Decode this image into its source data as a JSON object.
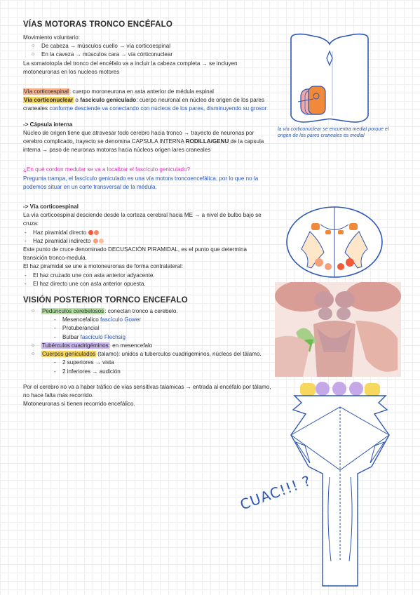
{
  "title": "VÍAS MOTORAS TRONCO ENCÉFALO",
  "voluntary": {
    "heading": "Movimiento voluntario:",
    "items": [
      "De cabeza → músculos cuello → vía corticoespinal",
      "En la caveza → músculos cara → vía córticonuclear"
    ],
    "note": "La somatotopía del tronco del encéfalo va a incluir la cabeza completa → se incluyen motoneuronas en los nucleos motores"
  },
  "pathways": {
    "cs_label": "Vía corticoespinal",
    "cs_text": ": cuerpo moroneurona en asta anterior de médula espinal",
    "cn_label": "Vía corticonuclear",
    "cn_mid": " o ",
    "cn_bold": "fascículo geniculado",
    "cn_text": ": cuerpo neuronal en núcleo de origen de los pares craneales ",
    "cn_blue": "conforme desciende va conectando con núcleos de los pares, disminuyendo su grosor"
  },
  "capsule": {
    "heading": "-> Cápsula interna",
    "line1": "Núcleo de origen tiene que atravesar todo cerebro hacia tronco → trayecto de neuronas por cerebro complicado, trayecto se denomina CAPSULA INTERNA",
    "bold": "RODILLA/GENU",
    "line2": " de la capsula interna → paso de neuronas motoras hacia núcleos origen lares craneales"
  },
  "question": {
    "q": "¿En qué cordon medular se va a localizar el fascículo geniculado?",
    "a": "Pregunta trampa, el fascículo geniculado es una vía motora troncoencefálica, por lo que no la podemos situar en un corte transversal de la médula."
  },
  "cs_section": {
    "heading": "-> Vía corticoespinal",
    "text": "La vía corticoespinal desciende desde la corteza cerebral hacia ME → a nivel de bulbo bajo se cruza:",
    "items": [
      "Haz piramidal directo",
      "Haz piramidal indirecto"
    ],
    "decussation": "Este punto de cruce denominado DECUSACIÓN PIRAMIDAL, es el punto que determina transición tronco-medula.",
    "contralateral": "El haz piramidal se une a motoneuronas de forma contralateral:",
    "contra_items": [
      "El haz cruzado une con asta anterior adyacente.",
      "El haz directo une con asta anterior opuesta."
    ]
  },
  "posterior": {
    "title": "VISIÓN POSTERIOR TORNCO ENCEFALO",
    "peduncles_label": "Pedúnculos cerebelosos",
    "peduncles_text": ": conectan tronco a cerebelo.",
    "peduncle_items": [
      {
        "label": "Mesencefalico",
        "blue": "fascículo Gower"
      },
      {
        "label": "Protuberancial",
        "blue": ""
      },
      {
        "label": "Bulbar",
        "blue": "fascículo Flechsig"
      }
    ],
    "tuberculos_label": "Tubérculos cuadrigéminos",
    "tuberculos_text": ": en mesencefalo",
    "geniculados_label": "Cuerpos geniculados",
    "geniculados_text": " (talamo): unidos a tuberculos cuadrigeminos, núcleos del tálamo.",
    "geniculados_items": [
      "2 superiores → vista",
      "2 inferiores → audición"
    ],
    "closing1": "Por el cerebro no va a haber tráfico de vías sensitivas talamicas → entrada al encéfalo por tálamo, no hace falta más recorrido.",
    "closing2": "Motoneuronas sí tienen recorrido encefálico."
  },
  "figure_caption": "la vía corticonuclear se encuentra medial porque el origen de los pares craneales es medial",
  "signature": "CUAC!!! ?",
  "colors": {
    "orange": "#f08a3a",
    "pink": "#f2a3a3",
    "purple": "#c5a8e8",
    "yellow": "#f6d85e",
    "blue": "#2c56b3",
    "red_dot": "#f05a3a",
    "salmon_dot": "#f5a07a"
  }
}
